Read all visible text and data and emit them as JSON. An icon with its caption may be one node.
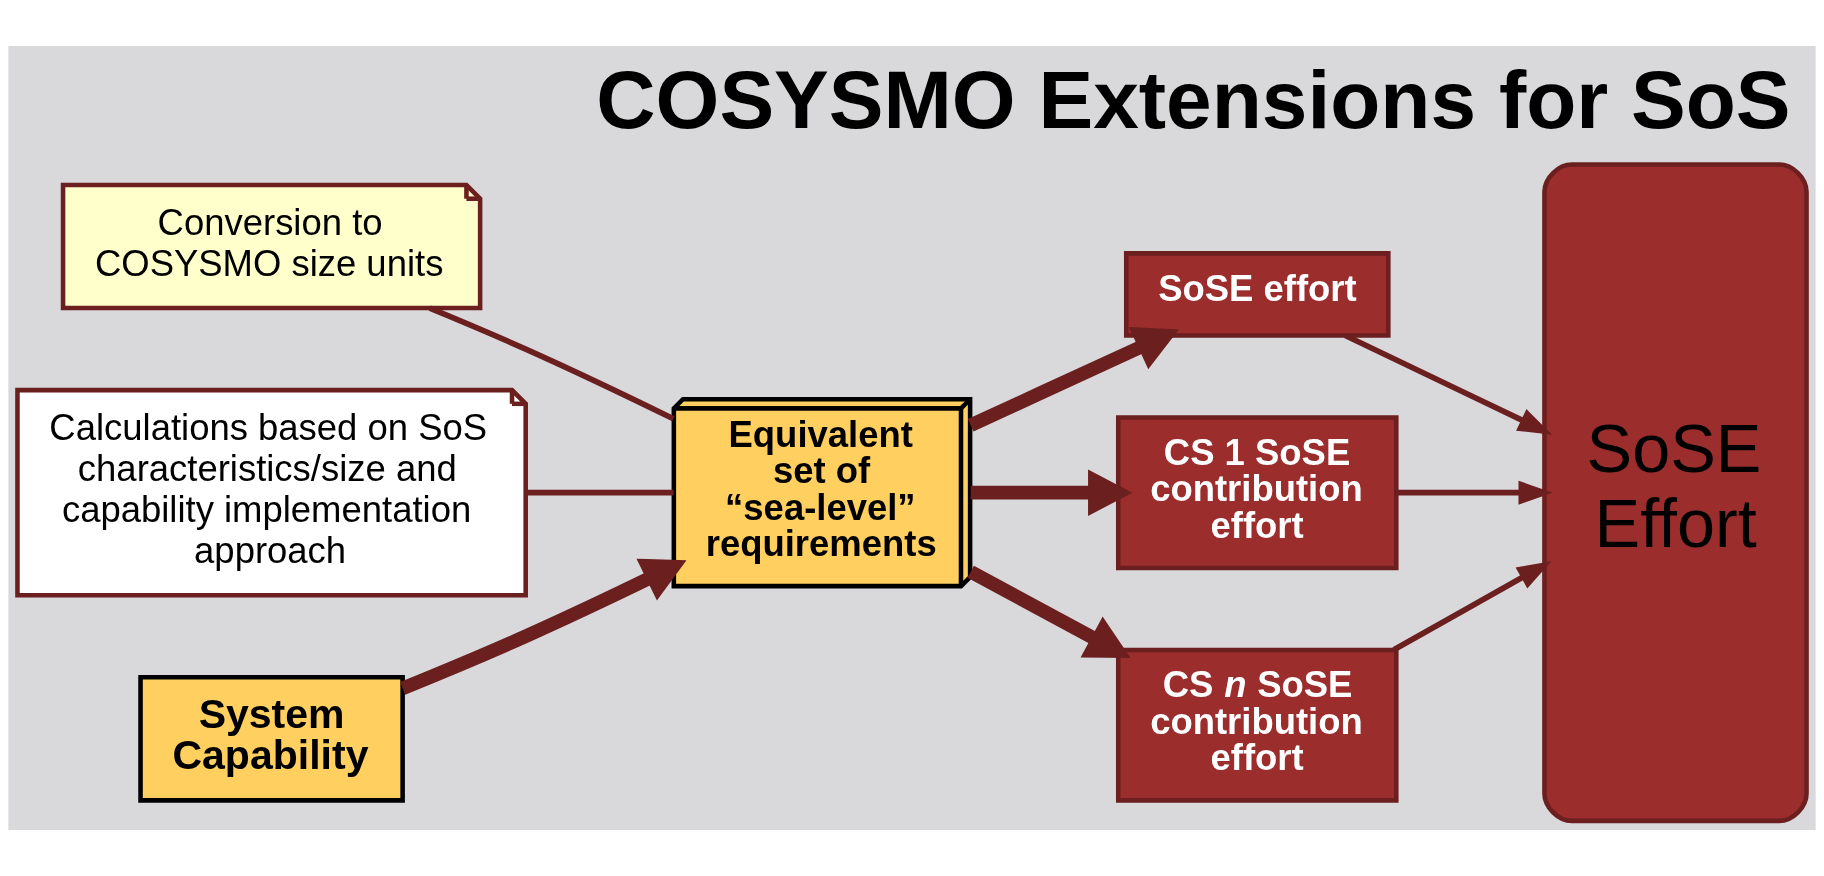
{
  "diagram": {
    "title": "COSYSMO Extensions for SoS",
    "nodes": [
      {
        "text": [
          "Conversion to COSYSMO size units"
        ]
      },
      {
        "text": [
          "Calculations based on SoS characteristics/size and capability implementation approach"
        ]
      },
      {
        "text": [
          "System Capability"
        ]
      },
      {
        "text": [
          "Equivalent set of “sea-level” requirements"
        ]
      },
      {
        "text": [
          "SoSE effort"
        ]
      },
      {
        "text": [
          "CS 1 SoSE contribution effort"
        ]
      },
      {
        "text": [
          "CS *n* SoSE contribution effort"
        ]
      },
      {
        "text": [
          "SoSE Effort"
        ]
      }
    ],
    "edges": [
      {
        "from": 0,
        "to": 3,
        "arrow": "none"
      },
      {
        "from": 1,
        "to": 3,
        "arrow": "none"
      },
      {
        "from": 2,
        "to": 3,
        "arrow": "to",
        "style": "thick"
      },
      {
        "from": 3,
        "to": 4,
        "arrow": "to",
        "style": "thick"
      },
      {
        "from": 3,
        "to": 5,
        "arrow": "to",
        "style": "thick"
      },
      {
        "from": 3,
        "to": 6,
        "arrow": "to",
        "style": "thick"
      },
      {
        "from": 4,
        "to": 7,
        "arrow": "to"
      },
      {
        "from": 5,
        "to": 7,
        "arrow": "to"
      },
      {
        "from": 6,
        "to": 7,
        "arrow": "to"
      }
    ]
  }
}
